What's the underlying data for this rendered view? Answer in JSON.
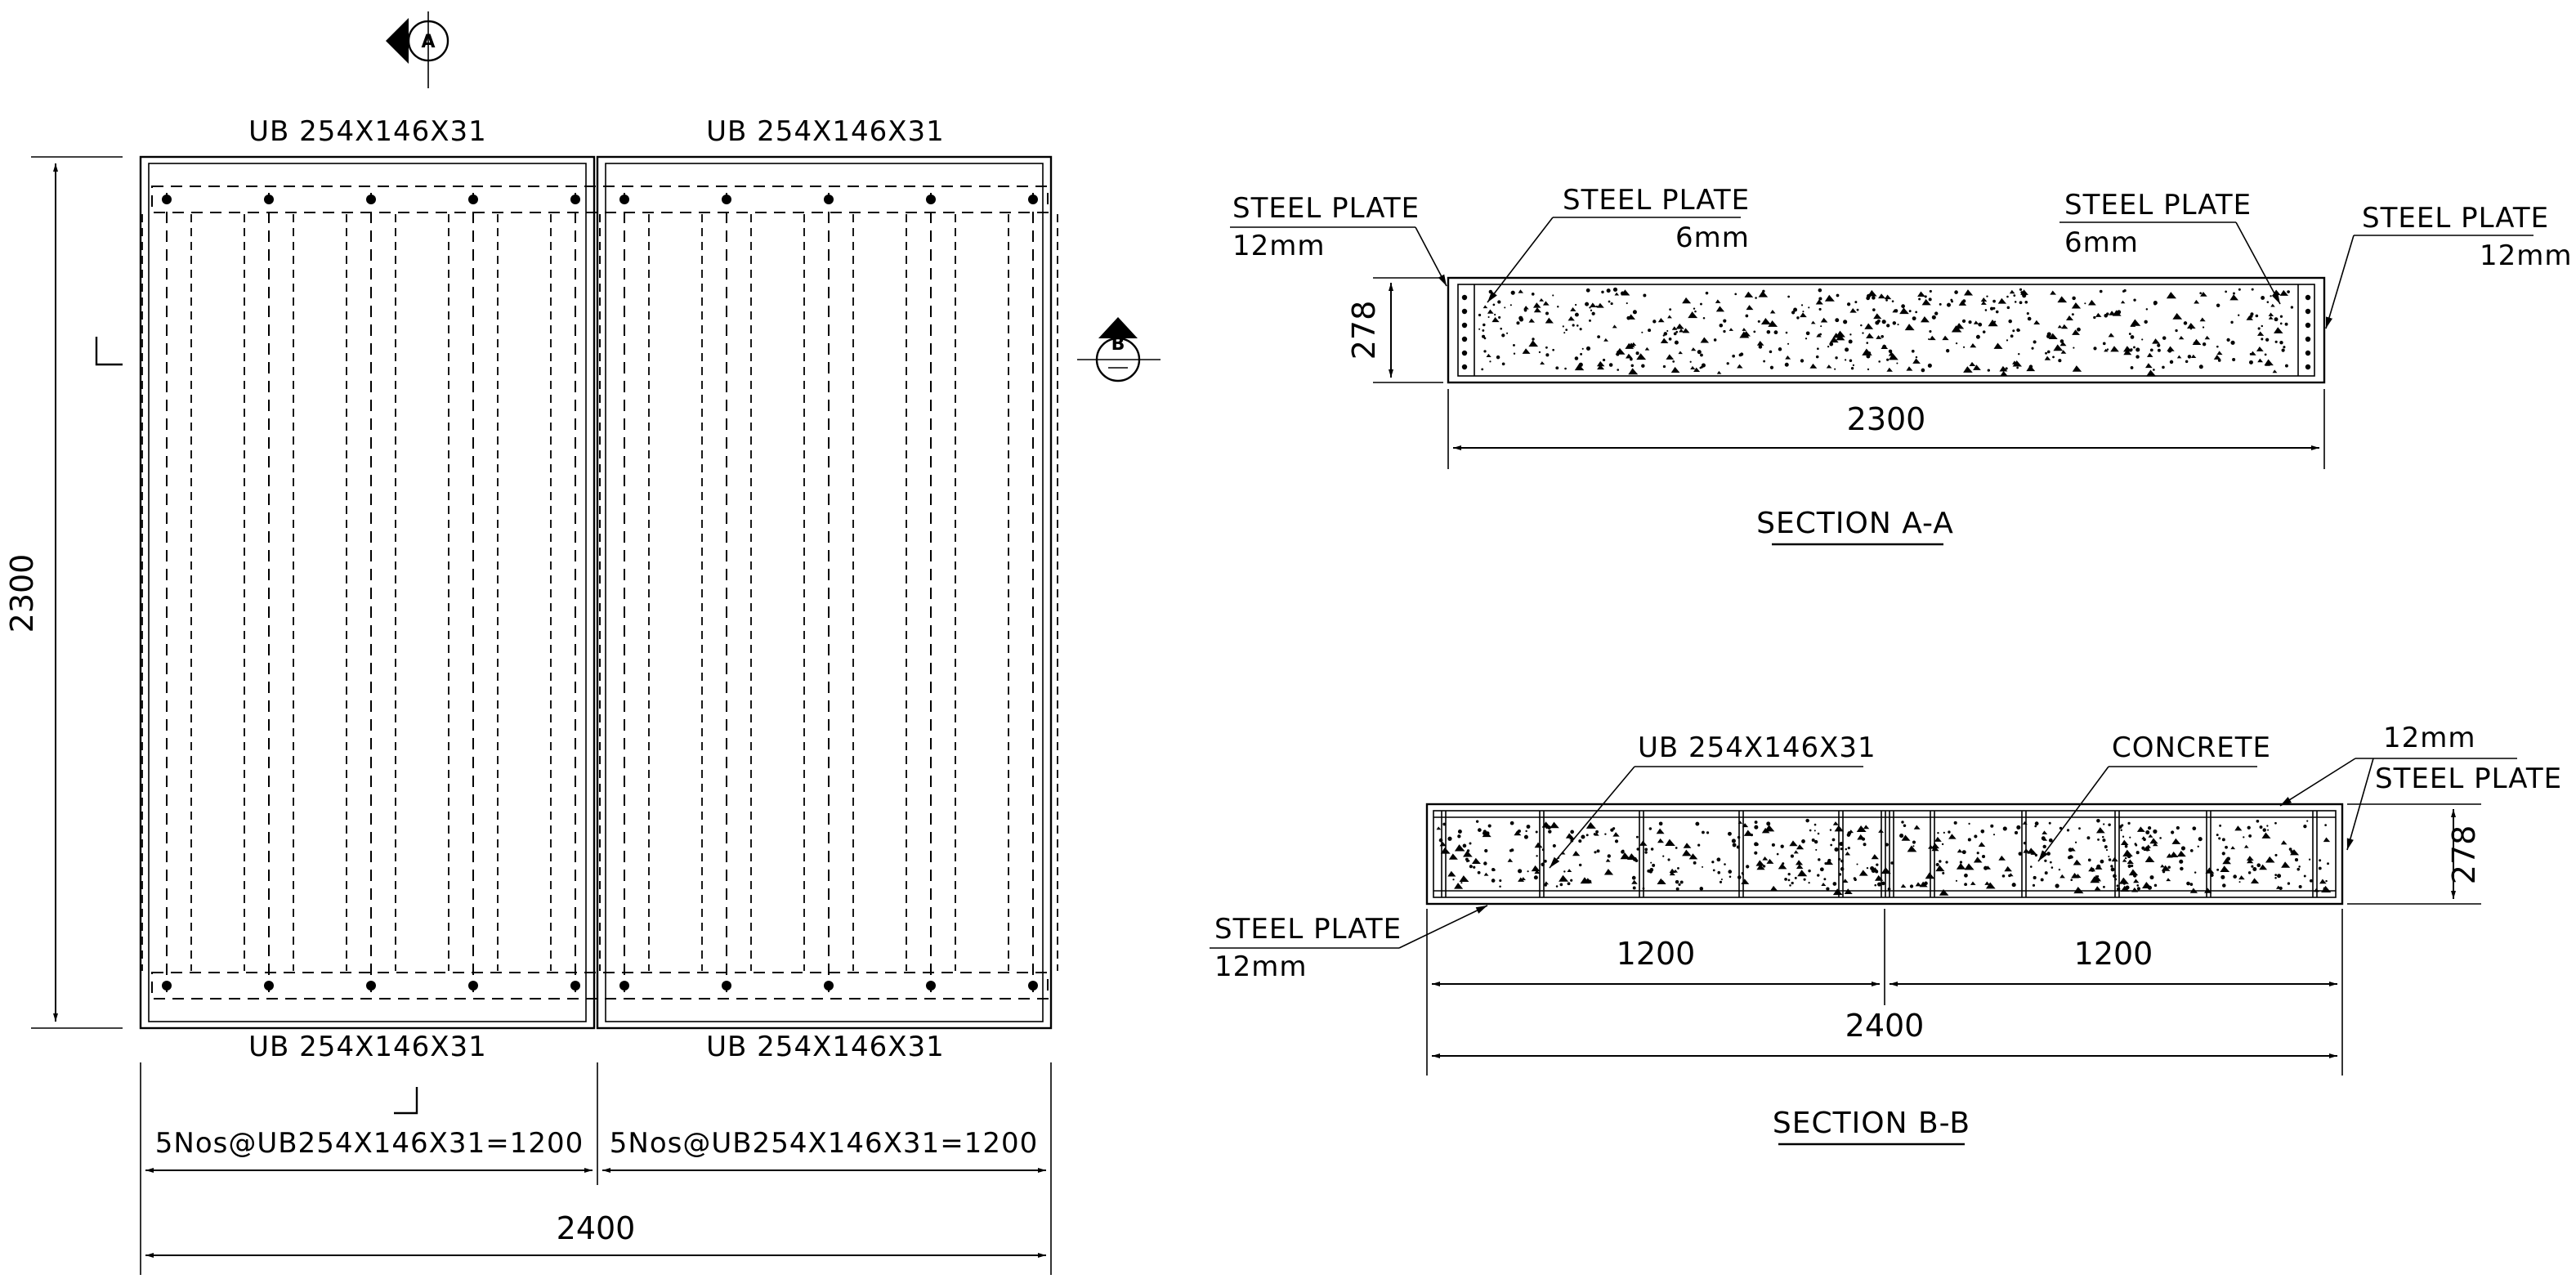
{
  "plan": {
    "beam_labels": [
      "UB 254X146X31",
      "UB 254X146X31",
      "UB 254X146X31",
      "UB 254X146X31"
    ],
    "spacing_labels": [
      "5Nos@UB254X146X31=1200",
      "5Nos@UB254X146X31=1200"
    ],
    "dim_width": "2400",
    "dim_height": "2300",
    "section_markers": [
      "A",
      "B"
    ]
  },
  "section_a": {
    "labels": {
      "left_outer": [
        "STEEL PLATE",
        "12mm"
      ],
      "left_inner": [
        "STEEL PLATE",
        "6mm"
      ],
      "right_inner": [
        "STEEL PLATE",
        "6mm"
      ],
      "right_outer": [
        "STEEL PLATE",
        "12mm"
      ]
    },
    "dim_height": "278",
    "dim_width": "2300",
    "title": "SECTION A-A"
  },
  "section_b": {
    "labels": {
      "beam": "UB 254X146X31",
      "concrete": "CONCRETE",
      "plate_right": [
        "12mm",
        "STEEL PLATE"
      ],
      "plate_left": [
        "STEEL PLATE",
        "12mm"
      ]
    },
    "dim_height": "278",
    "dim_half_left": "1200",
    "dim_half_right": "1200",
    "dim_total": "2400",
    "title": "SECTION B-B"
  }
}
